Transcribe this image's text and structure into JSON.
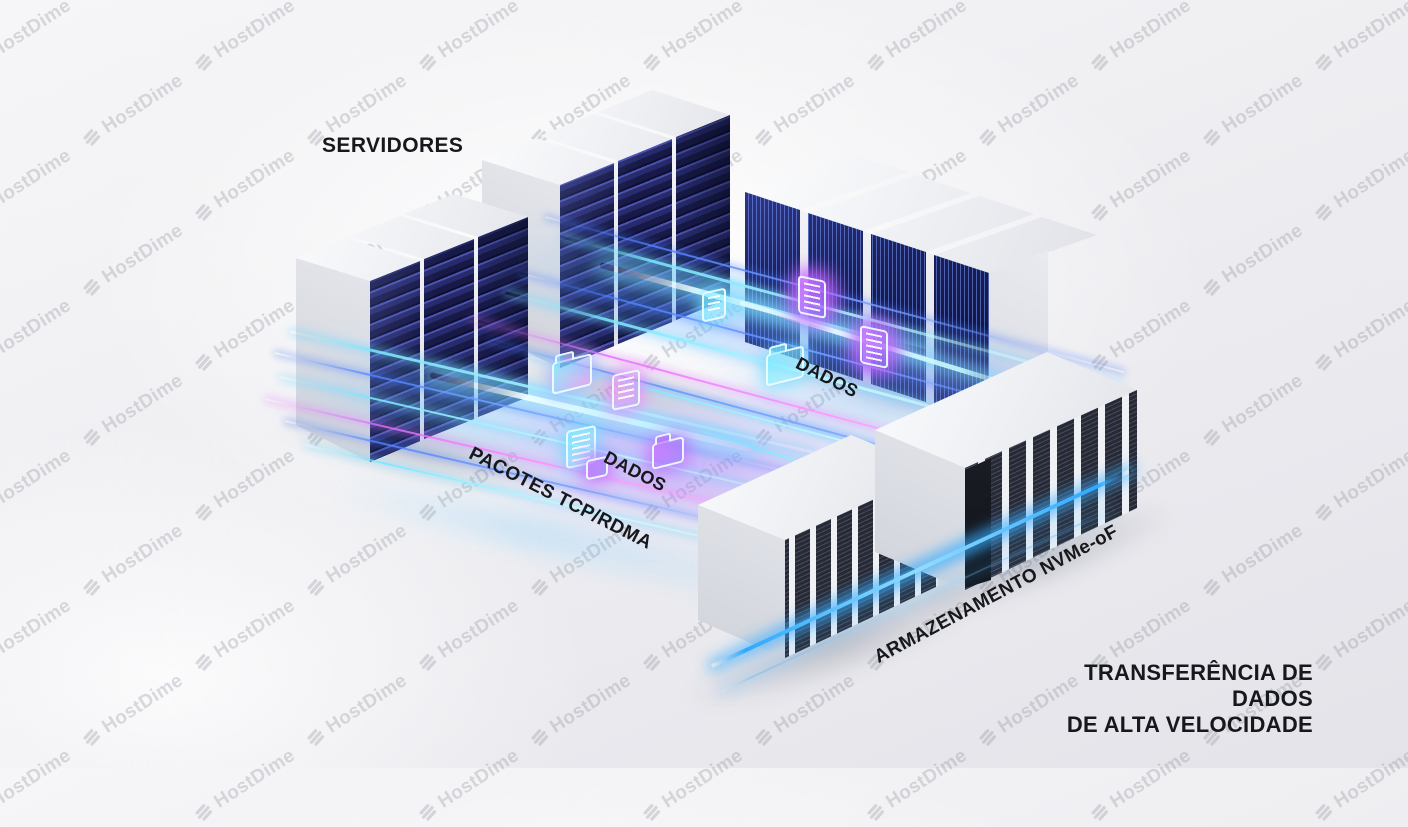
{
  "labels": {
    "servers": "SERVIDORES",
    "data_flow_upper": "DADOS",
    "data_flow_lower": "DADOS",
    "packets": "PACOTES TCP/RDMA",
    "storage": "ARMAZENAMENTO NVMe-oF",
    "transfer_line1": "TRANSFERÊNCIA DE DADOS",
    "transfer_line2": "DE ALTA VELOCIDADE"
  },
  "watermark": {
    "text": "HostDime",
    "icon": "globe-icon"
  },
  "diagram": {
    "type": "isometric-data-flow",
    "nodes": [
      {
        "id": "servers",
        "label": "SERVIDORES",
        "role": "server-rack-groups"
      },
      {
        "id": "storage",
        "label": "ARMAZENAMENTO NVMe-oF",
        "role": "storage-arrays"
      }
    ],
    "flows": [
      {
        "from": "servers",
        "to": "storage",
        "label": "PACOTES TCP/RDMA"
      },
      {
        "from": "servers",
        "to": "storage",
        "label": "DADOS"
      },
      {
        "from": "servers",
        "to": "storage",
        "label": "DADOS"
      }
    ],
    "caption": "TRANSFERÊNCIA DE DADOS DE ALTA VELOCIDADE"
  },
  "colors": {
    "beam_cyan": "#6fe3ff",
    "beam_blue": "#4b7dff",
    "beam_magenta": "#e26bff",
    "neon_edge": "#38acff",
    "rack_panel_dark": "#171a48",
    "led_teal": "#35e6cf",
    "label_text": "#17181c",
    "background": "#efeff3",
    "watermark_gray": "#c9cacf"
  }
}
